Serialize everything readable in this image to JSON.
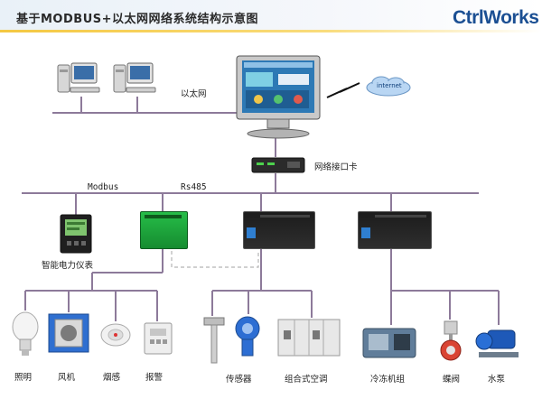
{
  "header": {
    "title": "基于MODBUS+以太网网络系统结构示意图",
    "logo": "CtrlWorks"
  },
  "network_labels": {
    "ethernet": "以太网",
    "internet": "internet",
    "gateway": "网络接口卡",
    "modbus": "Modbus",
    "rs485": "Rs485"
  },
  "devices": {
    "power_meter": "智能电力仪表"
  },
  "endpoints": {
    "lighting": "照明",
    "fan": "风机",
    "smoke": "烟感",
    "alarm": "报警",
    "sensor": "传感器",
    "ahu": "组合式空调",
    "chiller": "冷冻机组",
    "valve": "蝶阀",
    "pump": "水泵"
  },
  "colors": {
    "bus_line": "#8d7a9a",
    "dashed_line": "#b4b4b4",
    "logo": "#1b4f93",
    "accent": "#f4c842"
  }
}
